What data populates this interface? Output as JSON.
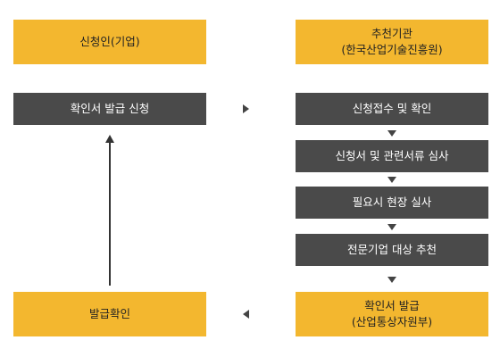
{
  "applicant": {
    "label": "신청인(기업)"
  },
  "recommender": {
    "line1": "추천기관",
    "line2": "(한국산업기술진흥원)"
  },
  "issue_request": {
    "label": "확인서 발급 신청"
  },
  "steps": [
    {
      "label": "신청접수 및 확인"
    },
    {
      "label": "신청서 및 관련서류 심사"
    },
    {
      "label": "필요시 현장 실사"
    },
    {
      "label": "전문기업 대상 추천"
    }
  ],
  "issuance": {
    "line1": "확인서 발급",
    "line2": "(산업통상자원부)"
  },
  "issue_confirm": {
    "label": "발급확인"
  },
  "colors": {
    "yellow": "#F3B72F",
    "dark": "#4A4A4A",
    "arrow": "#444444"
  }
}
